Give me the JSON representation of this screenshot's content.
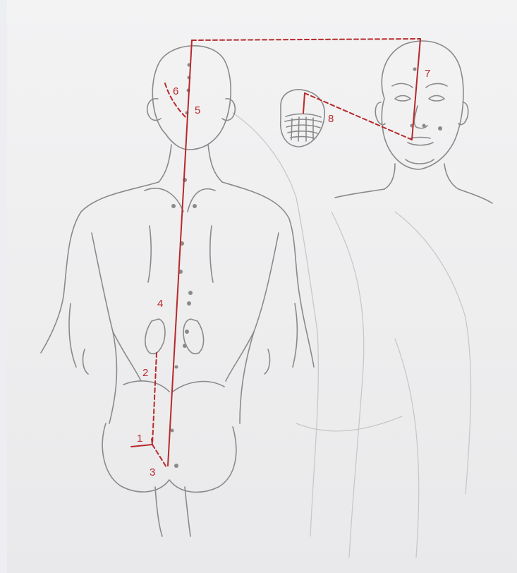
{
  "figure": {
    "line_color": "#b8292b",
    "markers": [
      "1",
      "2",
      "3",
      "4",
      "5",
      "6",
      "7",
      "8"
    ]
  }
}
